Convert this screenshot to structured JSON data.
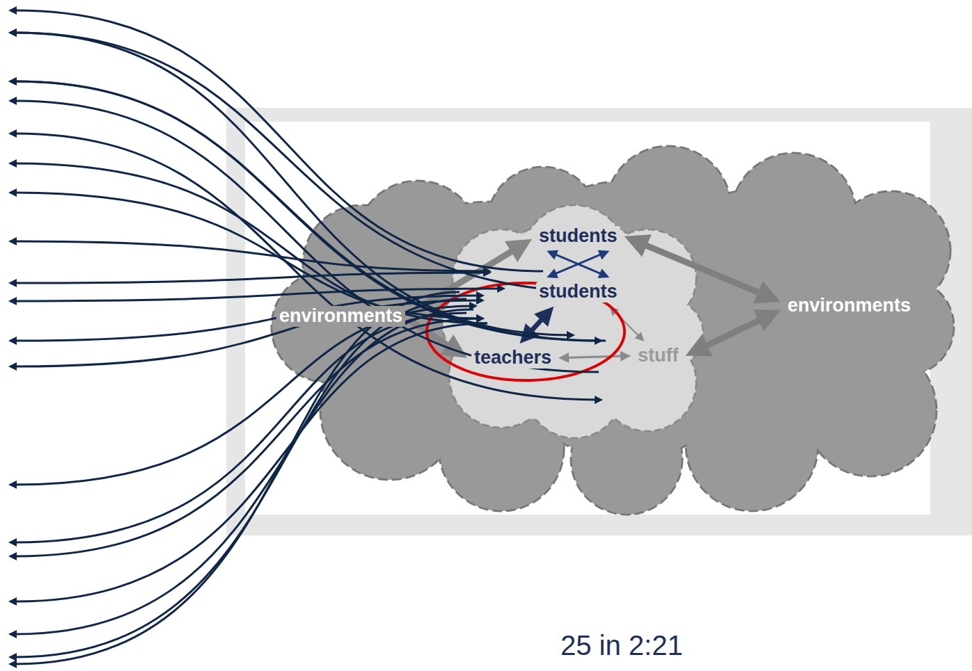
{
  "diagram": {
    "nodes": [
      {
        "text": [
          "students"
        ]
      },
      {
        "text": [
          "students"
        ]
      },
      {
        "text": [
          "teachers"
        ]
      },
      {
        "text": [
          "stuff"
        ]
      },
      {
        "text": [
          "environments"
        ]
      },
      {
        "text": [
          "environments"
        ]
      }
    ],
    "edges": [
      {
        "from": 0,
        "to": 1,
        "arrow": "both"
      },
      {
        "from": 0,
        "to": 1,
        "arrow": "both"
      },
      {
        "from": 2,
        "to": 1,
        "arrow": "both"
      },
      {
        "from": 2,
        "to": 3,
        "arrow": "both"
      },
      {
        "from": 3,
        "to": 1,
        "arrow": "both"
      },
      {
        "from": 0,
        "to": 4,
        "arrow": "both"
      },
      {
        "from": 3,
        "to": 4,
        "arrow": "both"
      },
      {
        "from": 5,
        "to": 0,
        "arrow": "to"
      },
      {
        "from": 5,
        "to": 2,
        "arrow": "to"
      }
    ],
    "labels": [
      "25 in 2:21"
    ]
  }
}
